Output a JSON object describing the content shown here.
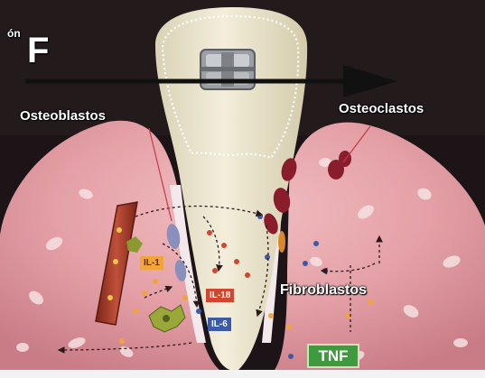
{
  "force": {
    "prefix": "ón",
    "symbol": "F"
  },
  "cells": {
    "osteoblasts": "Osteoblastos",
    "osteoclasts": "Osteoclastos",
    "fibroblasts": "Fibroblastos"
  },
  "cytokines": {
    "il1": "IL-1",
    "il18": "IL-18",
    "il6": "IL-6",
    "tnf": "TNF"
  },
  "colors": {
    "background": "#1c1416",
    "gingiva": "#e4a0a6",
    "tooth": "#ece6cf",
    "arrow": "#111111",
    "osteoclast": "#8a1d2c",
    "vessel": "#a83a2a",
    "il1": "#f1a43a",
    "il18": "#d2452f",
    "il6": "#3c5aa8",
    "tnf": "#3f9a3f"
  },
  "icons": [
    "force-arrow-icon",
    "bracket-icon",
    "blood-vessel-icon",
    "osteoclast-cell-icon",
    "fibroblast-cell-icon"
  ]
}
